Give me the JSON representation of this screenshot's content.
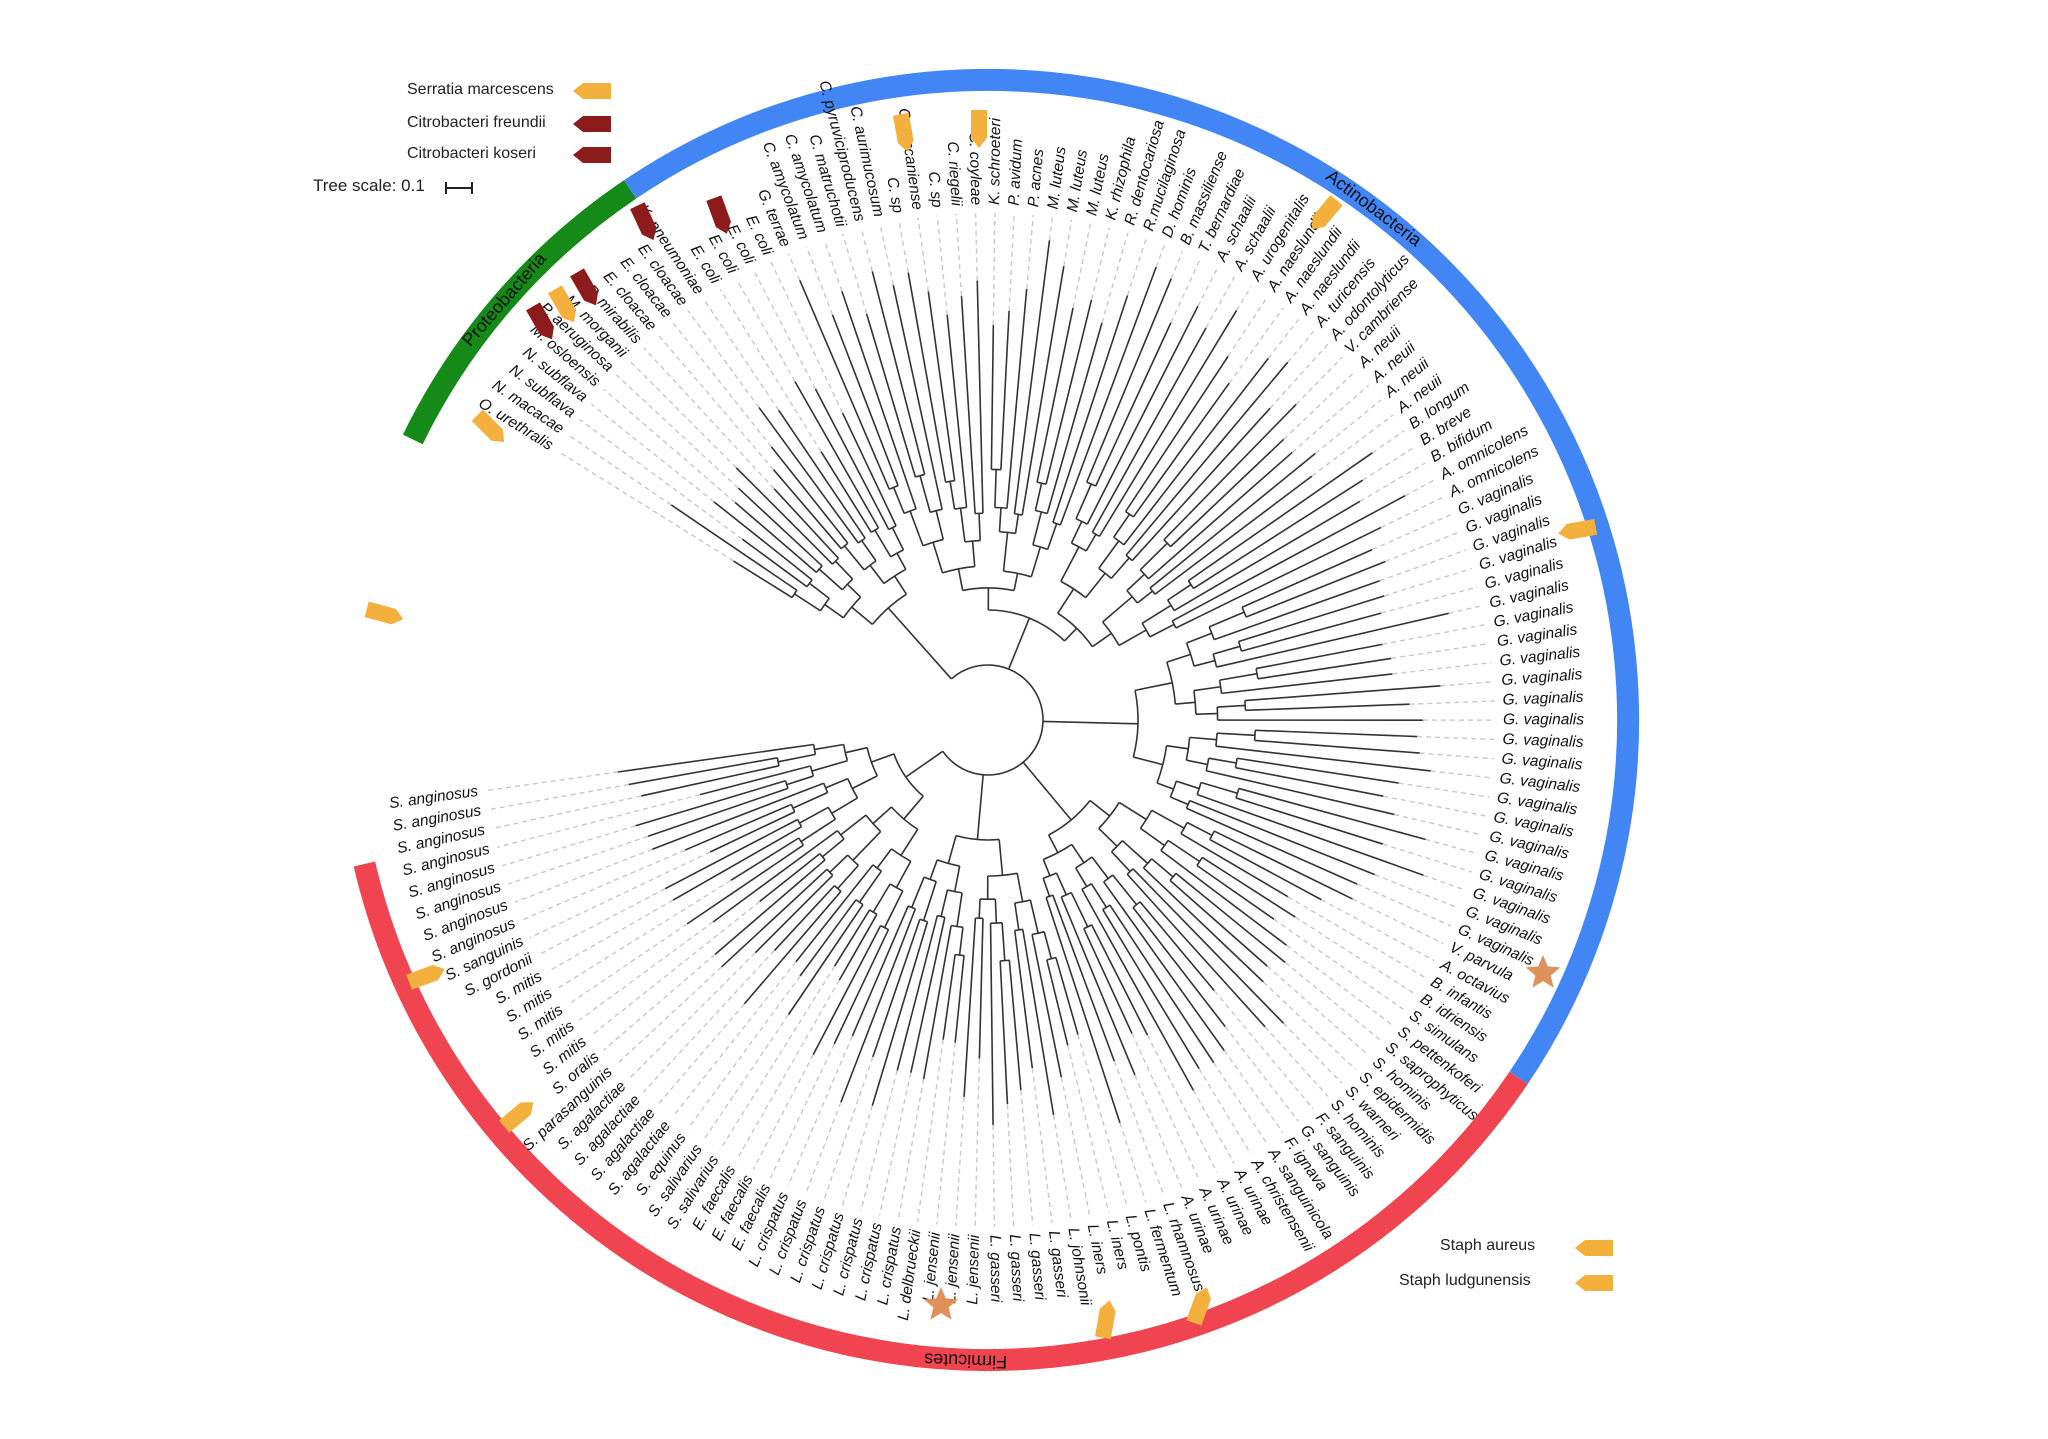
{
  "colors": {
    "proteobacteria": "#158a18",
    "actinobacteria": "#4285f4",
    "firmicutes": "#f04550",
    "marker_yellow": "#f3b03d",
    "marker_red": "#8c1b1b",
    "star": "#e0905a",
    "branch": "#333333",
    "guide": "#c8c8c8"
  },
  "legend_top": [
    {
      "label": "Serratia marcescens",
      "color": "#f3b03d"
    },
    {
      "label": "Citrobacteri freundii",
      "color": "#8c1b1b"
    },
    {
      "label": "Citrobacteri koseri",
      "color": "#8c1b1b"
    }
  ],
  "tree_scale": {
    "label": "Tree scale: 0.1"
  },
  "legend_bottom": [
    {
      "label": "Staph aureus",
      "color": "#f3b03d"
    },
    {
      "label": "Staph ludgunensis",
      "color": "#f3b03d"
    }
  ],
  "phyla": [
    {
      "name": "Proteobacteria",
      "color_key": "proteobacteria"
    },
    {
      "name": "Actinobacteria",
      "color_key": "actinobacteria"
    },
    {
      "name": "Firmicutes",
      "color_key": "firmicutes"
    }
  ],
  "leaves": [
    "O. urethralis",
    "N. macacae",
    "N. subflava",
    "N. subflava",
    "M. osloensis",
    "P. aeruginosa",
    "M. morganii",
    "P. mirabilis",
    "E. cloacae",
    "E. cloacae",
    "E. cloacae",
    "K. pneumoniae",
    "E. coli",
    "E. coli",
    "E. coli",
    "E. coli",
    "G. terrae",
    "C. amycolatum",
    "C. amycolatum",
    "C. matruchotii",
    "C. pyruviciproducens",
    "C. aurimucosum",
    "C. sp",
    "C. tuscaniense",
    "C. sp",
    "C. riegelii",
    "C. coyleae",
    "K. schroeteri",
    "P. avidum",
    "P. acnes",
    "M. luteus",
    "M. luteus",
    "M. luteus",
    "K. rhizophila",
    "R. dentocariosa",
    "R.mucilaginosa",
    "D. hominis",
    "B. massiliense",
    "T. bernardiae",
    "A. schaalii",
    "A. schaalii",
    "A. urogenitalis",
    "A. naeslundii",
    "A. naeslundii",
    "A. naeslundii",
    "A. turicensis",
    "A. odontolyticus",
    "V. cambriense",
    "A. neuii",
    "A. neuii",
    "A. neuii",
    "A. neuii",
    "B. longum",
    "B. breve",
    "B. bifidum",
    "A. omnicolens",
    "A. omnicolens",
    "G. vaginalis",
    "G. vaginalis",
    "G. vaginalis",
    "G. vaginalis",
    "G. vaginalis",
    "G. vaginalis",
    "G. vaginalis",
    "G. vaginalis",
    "G. vaginalis",
    "G. vaginalis",
    "G. vaginalis",
    "G. vaginalis",
    "G. vaginalis",
    "G. vaginalis",
    "G. vaginalis",
    "G. vaginalis",
    "G. vaginalis",
    "G. vaginalis",
    "G. vaginalis",
    "G. vaginalis",
    "G. vaginalis",
    "G. vaginalis",
    "G. vaginalis",
    "V. parvula",
    "A. octavius",
    "B. infantis",
    "B. idriensis",
    "S. simulans",
    "S. pettenkoferi",
    "S. saprophyticus",
    "S. hominis",
    "S. epidermidis",
    "S. warneri",
    "S. hominis",
    "F. sanguinis",
    "G. sanguinis",
    "F. ignava",
    "A. sanguinicola",
    "A. christensenii",
    "A. urinae",
    "A. urinae",
    "A. urinae",
    "A. urinae",
    "L. rhamnosus",
    "L. fermentum",
    "L. pontis",
    "L. iners",
    "L. iners",
    "L. johnsonii",
    "L. gasseri",
    "L. gasseri",
    "L. gasseri",
    "L. gasseri",
    "L. jensenii",
    "L. jensenii",
    "L. jensenii",
    "L. delbrueckii",
    "L. crispatus",
    "L. crispatus",
    "L. crispatus",
    "L. crispatus",
    "L. crispatus",
    "L. crispatus",
    "L. crispatus",
    "E. faecalis",
    "E. faecalis",
    "E. faecalis",
    "S. salivarius",
    "S. salivarius",
    "S. equinus",
    "S. agalactiae",
    "S. agalactiae",
    "S. agalactiae",
    "S. agalactiae",
    "S. parasanguinis",
    "S. oralis",
    "S. mitis",
    "S. mitis",
    "S. mitis",
    "S. mitis",
    "S. mitis",
    "S. gordonii",
    "S. sanguinis",
    "S. anginosus",
    "S. anginosus",
    "S. anginosus",
    "S. anginosus",
    "S. anginosus",
    "S. anginosus",
    "S. anginosus",
    "S. anginosus"
  ]
}
